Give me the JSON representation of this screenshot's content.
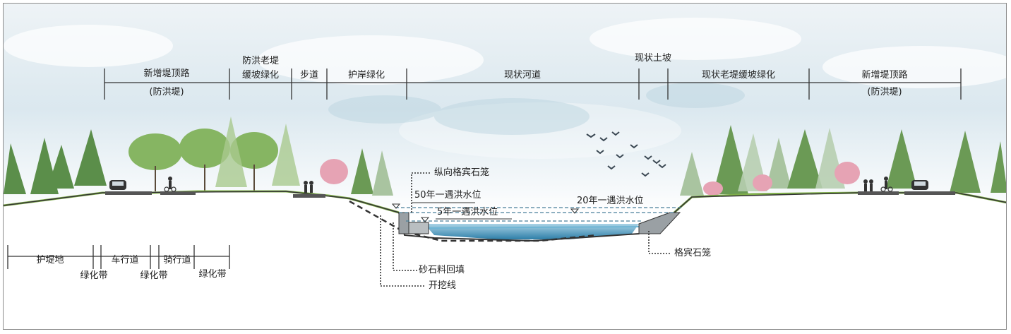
{
  "zones": {
    "new_dike_road_left": "新增堤顶路",
    "new_dike_road_left_sub": "(防洪堤)",
    "flood_old_dike_line1": "防洪老堤",
    "flood_old_dike_line2": "缓坡绿化",
    "walkway": "步道",
    "bank_green": "护岸绿化",
    "current_river": "现状河道",
    "current_soil_slope": "现状土坡",
    "current_old_dike_green": "现状老堤缓坡绿化",
    "new_dike_road_right": "新增堤顶路",
    "new_dike_road_right_sub": "(防洪堤)"
  },
  "bottom_dims": {
    "dike_land": "护堤地",
    "green_belt_1": "绿化带",
    "carriageway": "车行道",
    "green_belt_2": "绿化带",
    "bike_lane": "骑行道",
    "green_belt_3": "绿化带"
  },
  "annotations": {
    "longitudinal_gabion": "纵向格宾石笼",
    "flood_50yr": "50年一遇洪水位",
    "flood_20yr": "20年一遇洪水位",
    "flood_5yr": "5年一遇洪水位",
    "gravel_backfill": "砂石料回填",
    "excavation_line": "开挖线",
    "gabion": "格宾石笼"
  },
  "colors": {
    "sky": "#dfeaf0",
    "ground_green": "#7fae4a",
    "water": "#3f8fb5",
    "dim_line": "#333333",
    "flood_line": "#4a7f9a"
  }
}
